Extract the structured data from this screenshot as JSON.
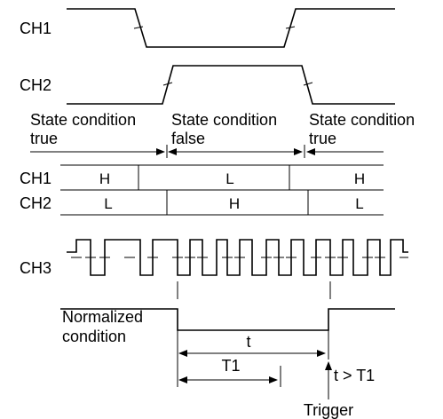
{
  "channels": {
    "ch1": "CH1",
    "ch2": "CH2",
    "ch3": "CH3"
  },
  "states": {
    "true_line1": "State condition",
    "true_line2": "true",
    "false_line1": "State condition",
    "false_line2": "false",
    "true2_line1": "State condition",
    "true2_line2": "true"
  },
  "table": {
    "ch1_label": "CH1",
    "ch2_label": "CH2",
    "ch1_cells": [
      "H",
      "L",
      "H"
    ],
    "ch2_cells": [
      "L",
      "H",
      "L"
    ]
  },
  "normalized": {
    "line1": "Normalized",
    "line2": "condition"
  },
  "timing": {
    "t_label": "t",
    "t1_label": "T1",
    "compare_label": "t > T1",
    "trigger_label": "Trigger"
  }
}
